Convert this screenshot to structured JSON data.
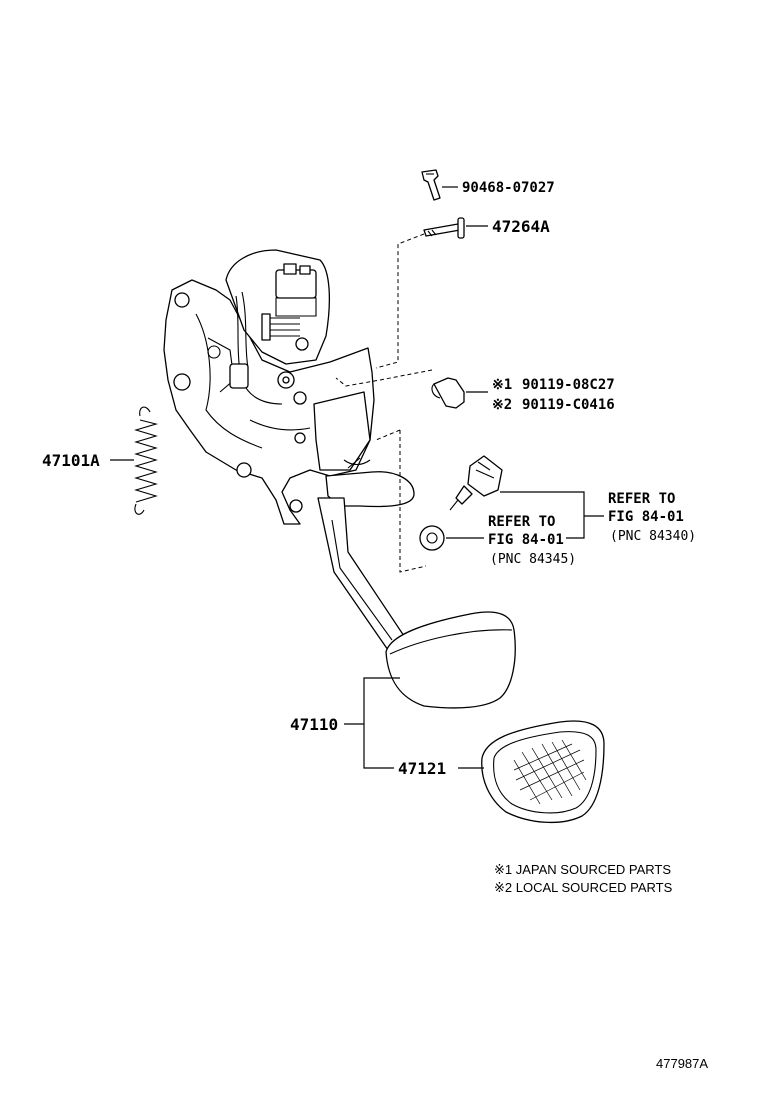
{
  "parts": {
    "clip": "90468-07027",
    "pin": "47264A",
    "bolt_japan": "90119-08C27",
    "bolt_local": "90119-C0416",
    "bolt_japan_mark": "※1",
    "bolt_local_mark": "※2",
    "spring": "47101A",
    "pedal_assy": "47110",
    "pedal_pad": "47121"
  },
  "refs": {
    "switch": {
      "line1": "REFER TO",
      "line2": "FIG 84-01",
      "line3": "(PNC 84340)"
    },
    "nut": {
      "line1": "REFER TO",
      "line2": "FIG 84-01",
      "line3": "(PNC 84345)"
    }
  },
  "notes": {
    "note1": "※1 JAPAN SOURCED PARTS",
    "note2": "※2 LOCAL SOURCED PARTS"
  },
  "illustration_id": "477987A"
}
